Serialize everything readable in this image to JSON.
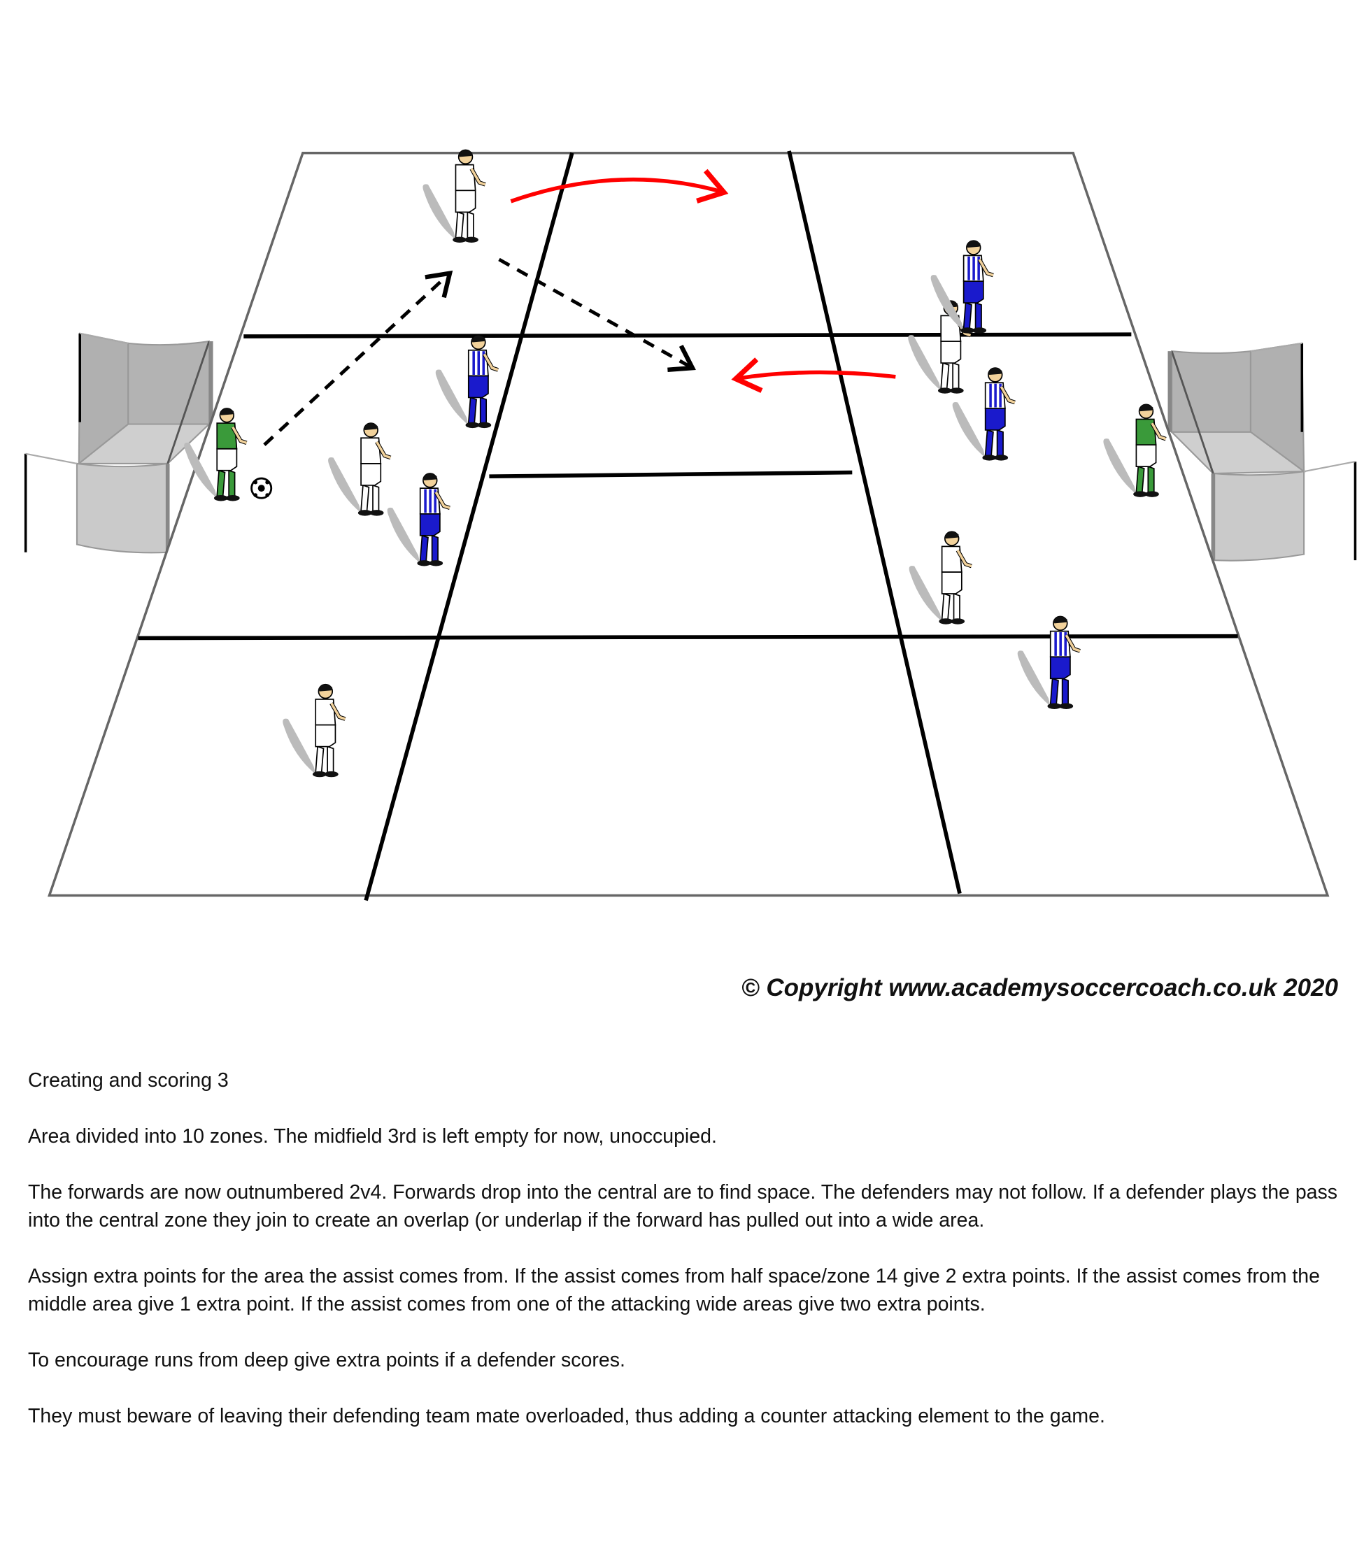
{
  "diagram": {
    "title": "Creating and scoring 3",
    "colors": {
      "pitch_border": "#666666",
      "zone_lines": "#000000",
      "run_arrows": "#ff0000",
      "pass_arrows": "#000000",
      "team_white": "#ffffff",
      "team_blue": "#1a1acc",
      "goalkeeper": "#3a9a3a",
      "goal_net": "#b8b8b8"
    },
    "icons": [
      "soccer-ball-icon",
      "goal-icon",
      "player-icon"
    ]
  },
  "copyright": "© Copyright www.academysoccercoach.co.uk 2020",
  "description": {
    "title": "Creating and scoring 3",
    "paragraphs": [
      "Area divided into 10 zones. The midfield 3rd is left empty for now, unoccupied.",
      "The forwards are now outnumbered 2v4. Forwards drop into the central are to find space. The defenders may not follow. If a defender plays the pass into the central zone they join to create an overlap (or underlap if the forward has pulled out into a wide area.",
      "Assign extra points for the area the assist comes from. If the assist comes from half space/zone 14 give 2 extra points. If the assist comes from the middle area give 1 extra point. If the assist comes from one of the attacking wide areas give two extra points.",
      "To encourage runs from deep give extra points if a defender scores.",
      "They must beware of leaving their defending team mate overloaded, thus adding a counter attacking element to the game."
    ]
  }
}
